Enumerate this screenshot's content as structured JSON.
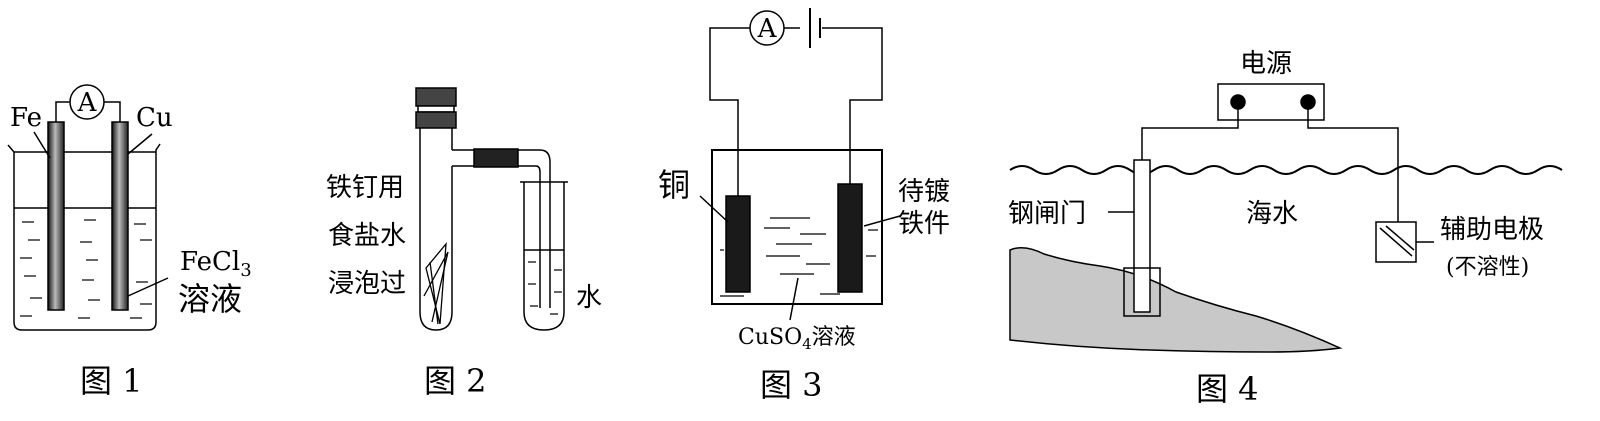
{
  "figures": [
    {
      "caption": "图 1",
      "labels": {
        "meter": "A",
        "left_electrode": "Fe",
        "right_electrode": "Cu",
        "solution_formula": "FeCl",
        "solution_subscript": "3",
        "solution_word": "溶液"
      }
    },
    {
      "caption": "图 2",
      "labels": {
        "line1": "铁钉用",
        "line2": "食盐水",
        "line3": "浸泡过",
        "water": "水"
      }
    },
    {
      "caption": "图 3",
      "labels": {
        "meter": "A",
        "copy_electrode": "铜",
        "plated_line1": "待镀",
        "plated_line2": "铁件",
        "solution_prefix": "CuSO",
        "solution_subscript": "4",
        "solution_word": "溶液"
      }
    },
    {
      "caption": "图 4",
      "labels": {
        "power": "电源",
        "gate": "钢闸门",
        "seawater": "海水",
        "aux_line1": "辅助电极",
        "aux_line2": "(不溶性)"
      }
    }
  ],
  "colors": {
    "ink": "#000000",
    "seabed": "#c8c8c8",
    "electrode_dark": "#1a1a1a"
  }
}
